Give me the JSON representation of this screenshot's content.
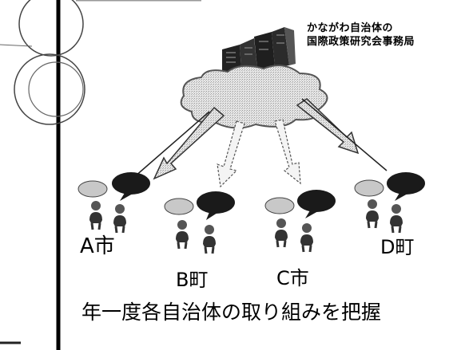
{
  "header": {
    "line1": "かながわ自治体の",
    "line2": "国際政策研究会事務局"
  },
  "cities": [
    {
      "label": "A市"
    },
    {
      "label": "B町"
    },
    {
      "label": "C市"
    },
    {
      "label": "D町"
    }
  ],
  "caption": "年一度各自治体の取り組みを把握",
  "colors": {
    "ink": "#000000",
    "arrow_fill": "#e8e8e8",
    "cloud_fill": "#dcdcdc",
    "bubble_dark": "#1a1a1a",
    "bubble_light": "#c8c8c8"
  }
}
